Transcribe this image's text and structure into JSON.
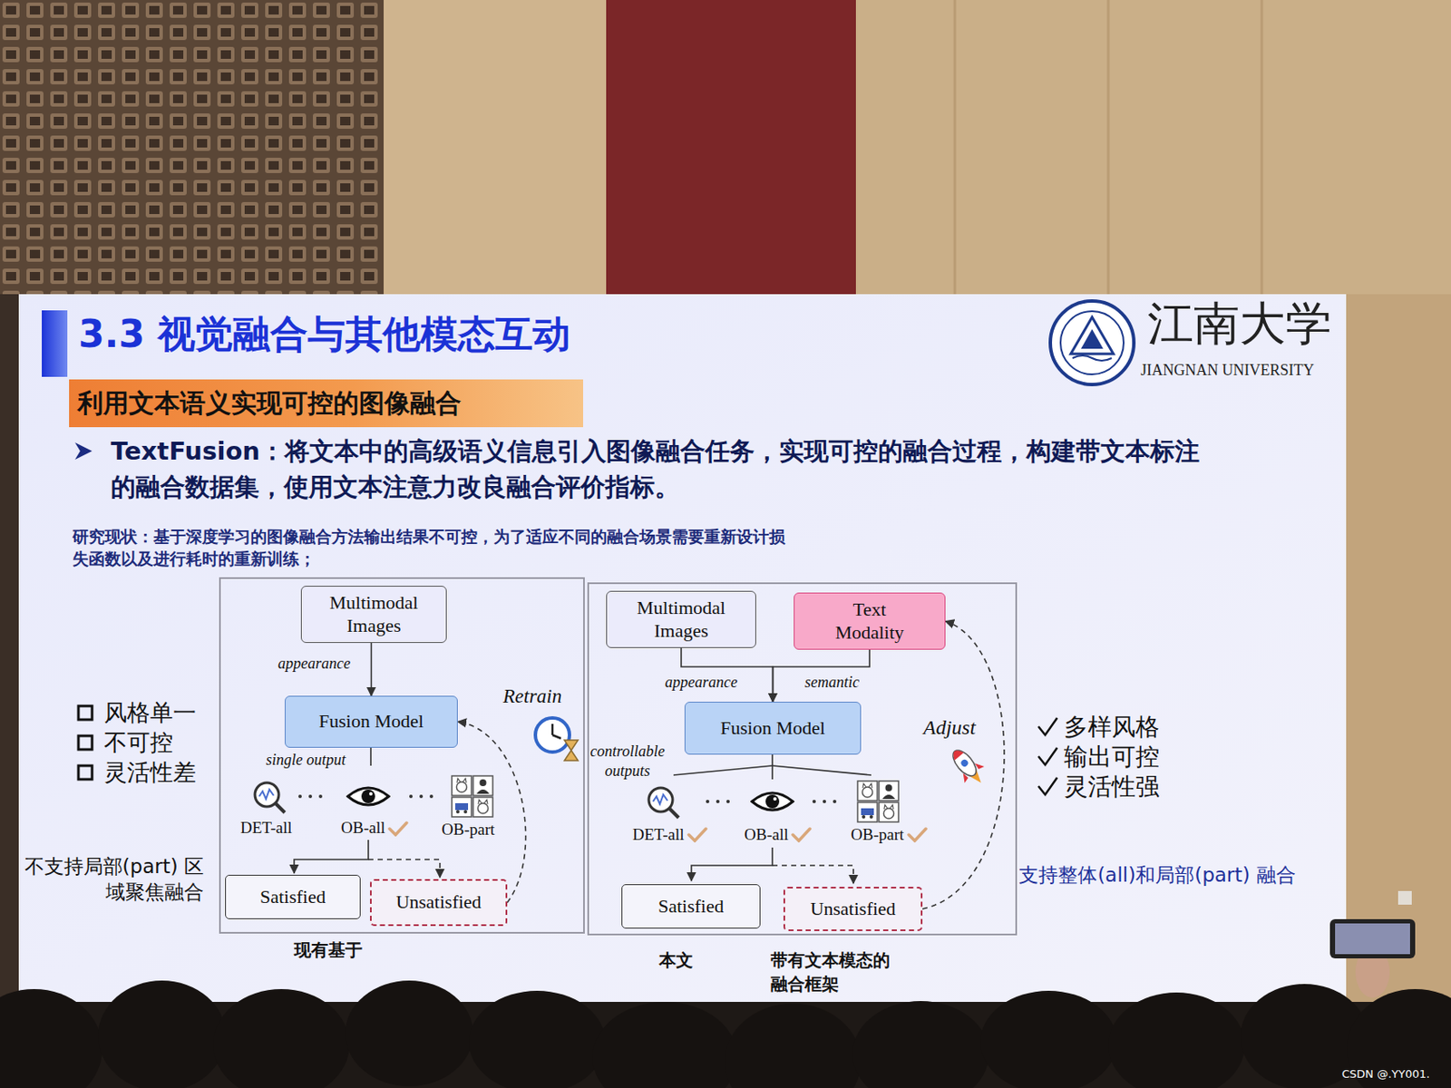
{
  "diagram": {
    "title": "3.3 视觉融合与其他模态互动",
    "nodes": [
      {
        "text": [
          "利用文本语义实现可控的图像融合"
        ]
      },
      {
        "text": [
          "Multimodal Images"
        ]
      },
      {
        "text": [
          "Fusion Model"
        ]
      },
      {
        "text": [
          "Satisfied"
        ]
      },
      {
        "text": [
          "Unsatisfied"
        ]
      },
      {
        "text": [
          "Multimodal Images"
        ]
      },
      {
        "text": [
          "Text Modality"
        ]
      },
      {
        "text": [
          "Fusion Model"
        ]
      },
      {
        "text": [
          "Satisfied"
        ]
      },
      {
        "text": [
          "Unsatisfied"
        ]
      }
    ],
    "edges": [
      {
        "from": 1,
        "to": 2,
        "label": "appearance",
        "arrow": "to"
      },
      {
        "from": 4,
        "to": 2,
        "label": "Retrain",
        "arrow": "to"
      },
      {
        "from": 5,
        "to": 7,
        "label": "appearance",
        "arrow": "to"
      },
      {
        "from": 6,
        "to": 7,
        "label": "semantic",
        "arrow": "to"
      },
      {
        "from": 9,
        "to": 6,
        "label": "Adjust",
        "arrow": "to"
      }
    ],
    "labels": [
      "TextFusion：将文本中的高级语义信息引入图像融合任务，实现可控的融合过程，构建带文本标注的融合数据集，使用文本注意力改良融合评价指标。",
      "研究现状：基于深度学习的图像融合方法输出结果不可控，为了适应不同的融合场景需要重新设计损失函数以及进行耗时的重新训练；",
      "江南大学",
      "JIANGNAN UNIVERSITY",
      "风格单一",
      "不可控",
      "灵活性差",
      "不支持局部(part) 区域聚焦融合",
      "single output",
      "DET-all",
      "OB-all",
      "OB-part",
      "现有基于",
      "controllable outputs",
      "DET-all",
      "OB-all",
      "OB-part",
      "本文",
      "带有文本模态的",
      "融合框架",
      "多样风格",
      "输出可控",
      "灵活性强",
      "支持整体(all)和局部(part) 融合",
      "CSDN @.YY001."
    ]
  }
}
